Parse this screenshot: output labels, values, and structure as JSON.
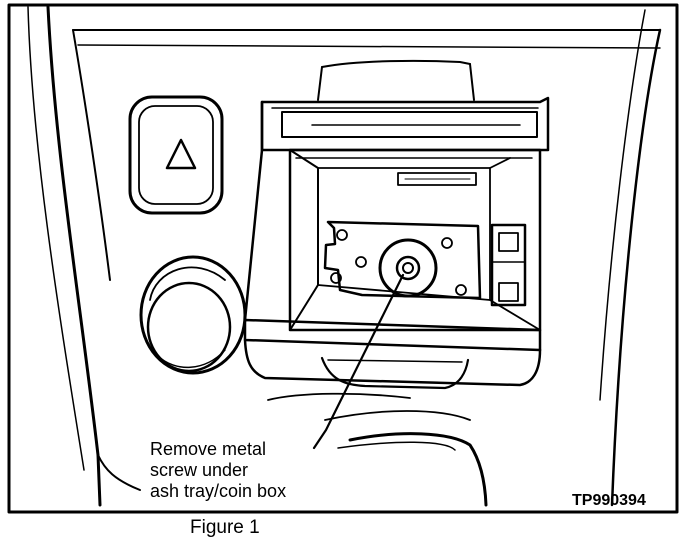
{
  "diagram": {
    "callout": {
      "lines": [
        "Remove metal",
        "screw under",
        "ash tray/coin box"
      ]
    },
    "figure_id": "TP990394"
  },
  "caption": "Figure 1",
  "colors": {
    "ink": "#000000",
    "paper": "#ffffff"
  }
}
